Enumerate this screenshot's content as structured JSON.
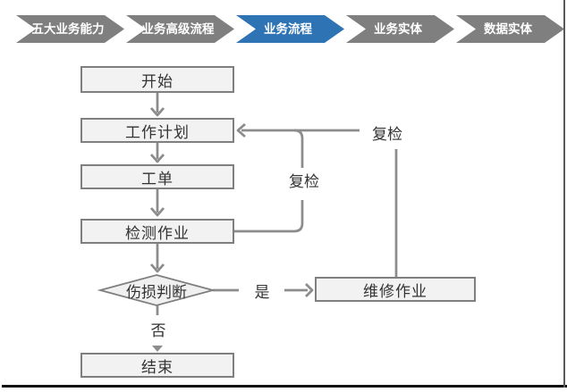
{
  "nav": {
    "items": [
      {
        "label": "五大业务能力",
        "active": false
      },
      {
        "label": "业务高级流程",
        "active": false
      },
      {
        "label": "业务流程",
        "active": true
      },
      {
        "label": "业务实体",
        "active": false
      },
      {
        "label": "数据实体",
        "active": false
      }
    ],
    "colors": {
      "inactive": "#7f7f7f",
      "active": "#2e74b5",
      "text": "#ffffff"
    }
  },
  "flowchart": {
    "nodes": {
      "start": "开始",
      "work_plan": "工作计划",
      "work_order": "工单",
      "inspection": "检测作业",
      "damage_decision": "伤损判断",
      "repair": "维修作业",
      "end": "结束"
    },
    "edge_labels": {
      "yes": "是",
      "no": "否",
      "recheck_inner": "复检",
      "recheck_outer": "复检"
    },
    "colors": {
      "node_fill": "#f2f2f2",
      "node_border": "#7f7f7f",
      "connector": "#8c8c8c",
      "text": "#333333"
    }
  },
  "frame": {
    "bottom_border_color": "#111111",
    "right_border_color": "#595959"
  }
}
